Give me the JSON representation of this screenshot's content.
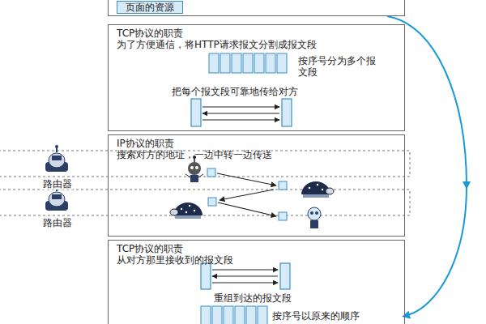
{
  "diagram": {
    "nodes": [
      {
        "text": [
          "页面的资源"
        ]
      },
      {
        "text": [
          "TCP协议的职责",
          "为了方便通信，将HTTP请求报文分割成报文段",
          "按序号分为多个报文段",
          "把每个报文段可靠地传给对方"
        ]
      },
      {
        "text": [
          "IP协议的职责",
          "搜索对方的地址，一边中转一边传送"
        ]
      },
      {
        "text": [
          "TCP协议的职责",
          "从对方那里接收到的报文段",
          "重组到达的报文段",
          "按序号以原来的顺序"
        ]
      }
    ],
    "edges": [
      {
        "from": 0,
        "to": 3,
        "arrow": "to"
      }
    ],
    "labels": [
      "路由器",
      "路由器"
    ]
  }
}
